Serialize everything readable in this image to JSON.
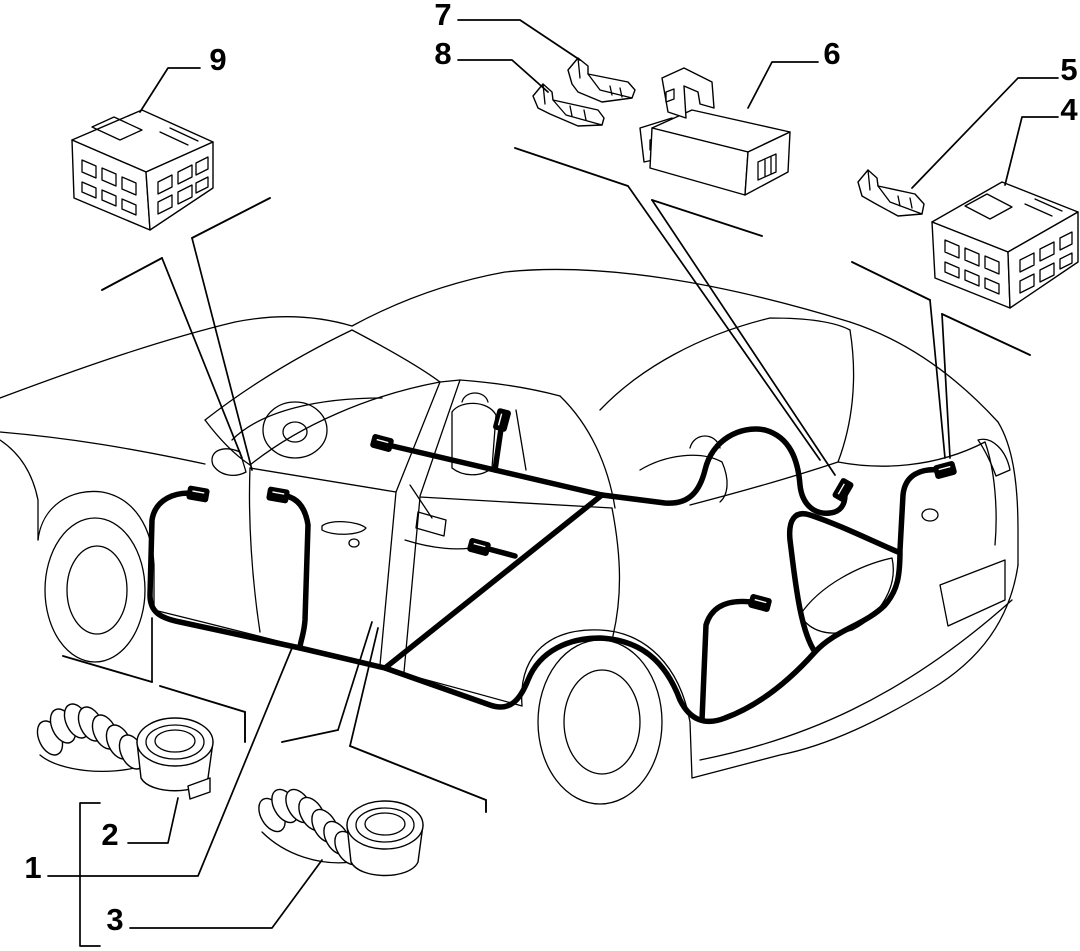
{
  "colors": {
    "ink": "#000000",
    "paper": "#ffffff"
  },
  "callouts": [
    {
      "label": "1"
    },
    {
      "label": "2"
    },
    {
      "label": "3"
    },
    {
      "label": "4"
    },
    {
      "label": "5"
    },
    {
      "label": "6"
    },
    {
      "label": "7"
    },
    {
      "label": "8"
    },
    {
      "label": "9"
    }
  ]
}
